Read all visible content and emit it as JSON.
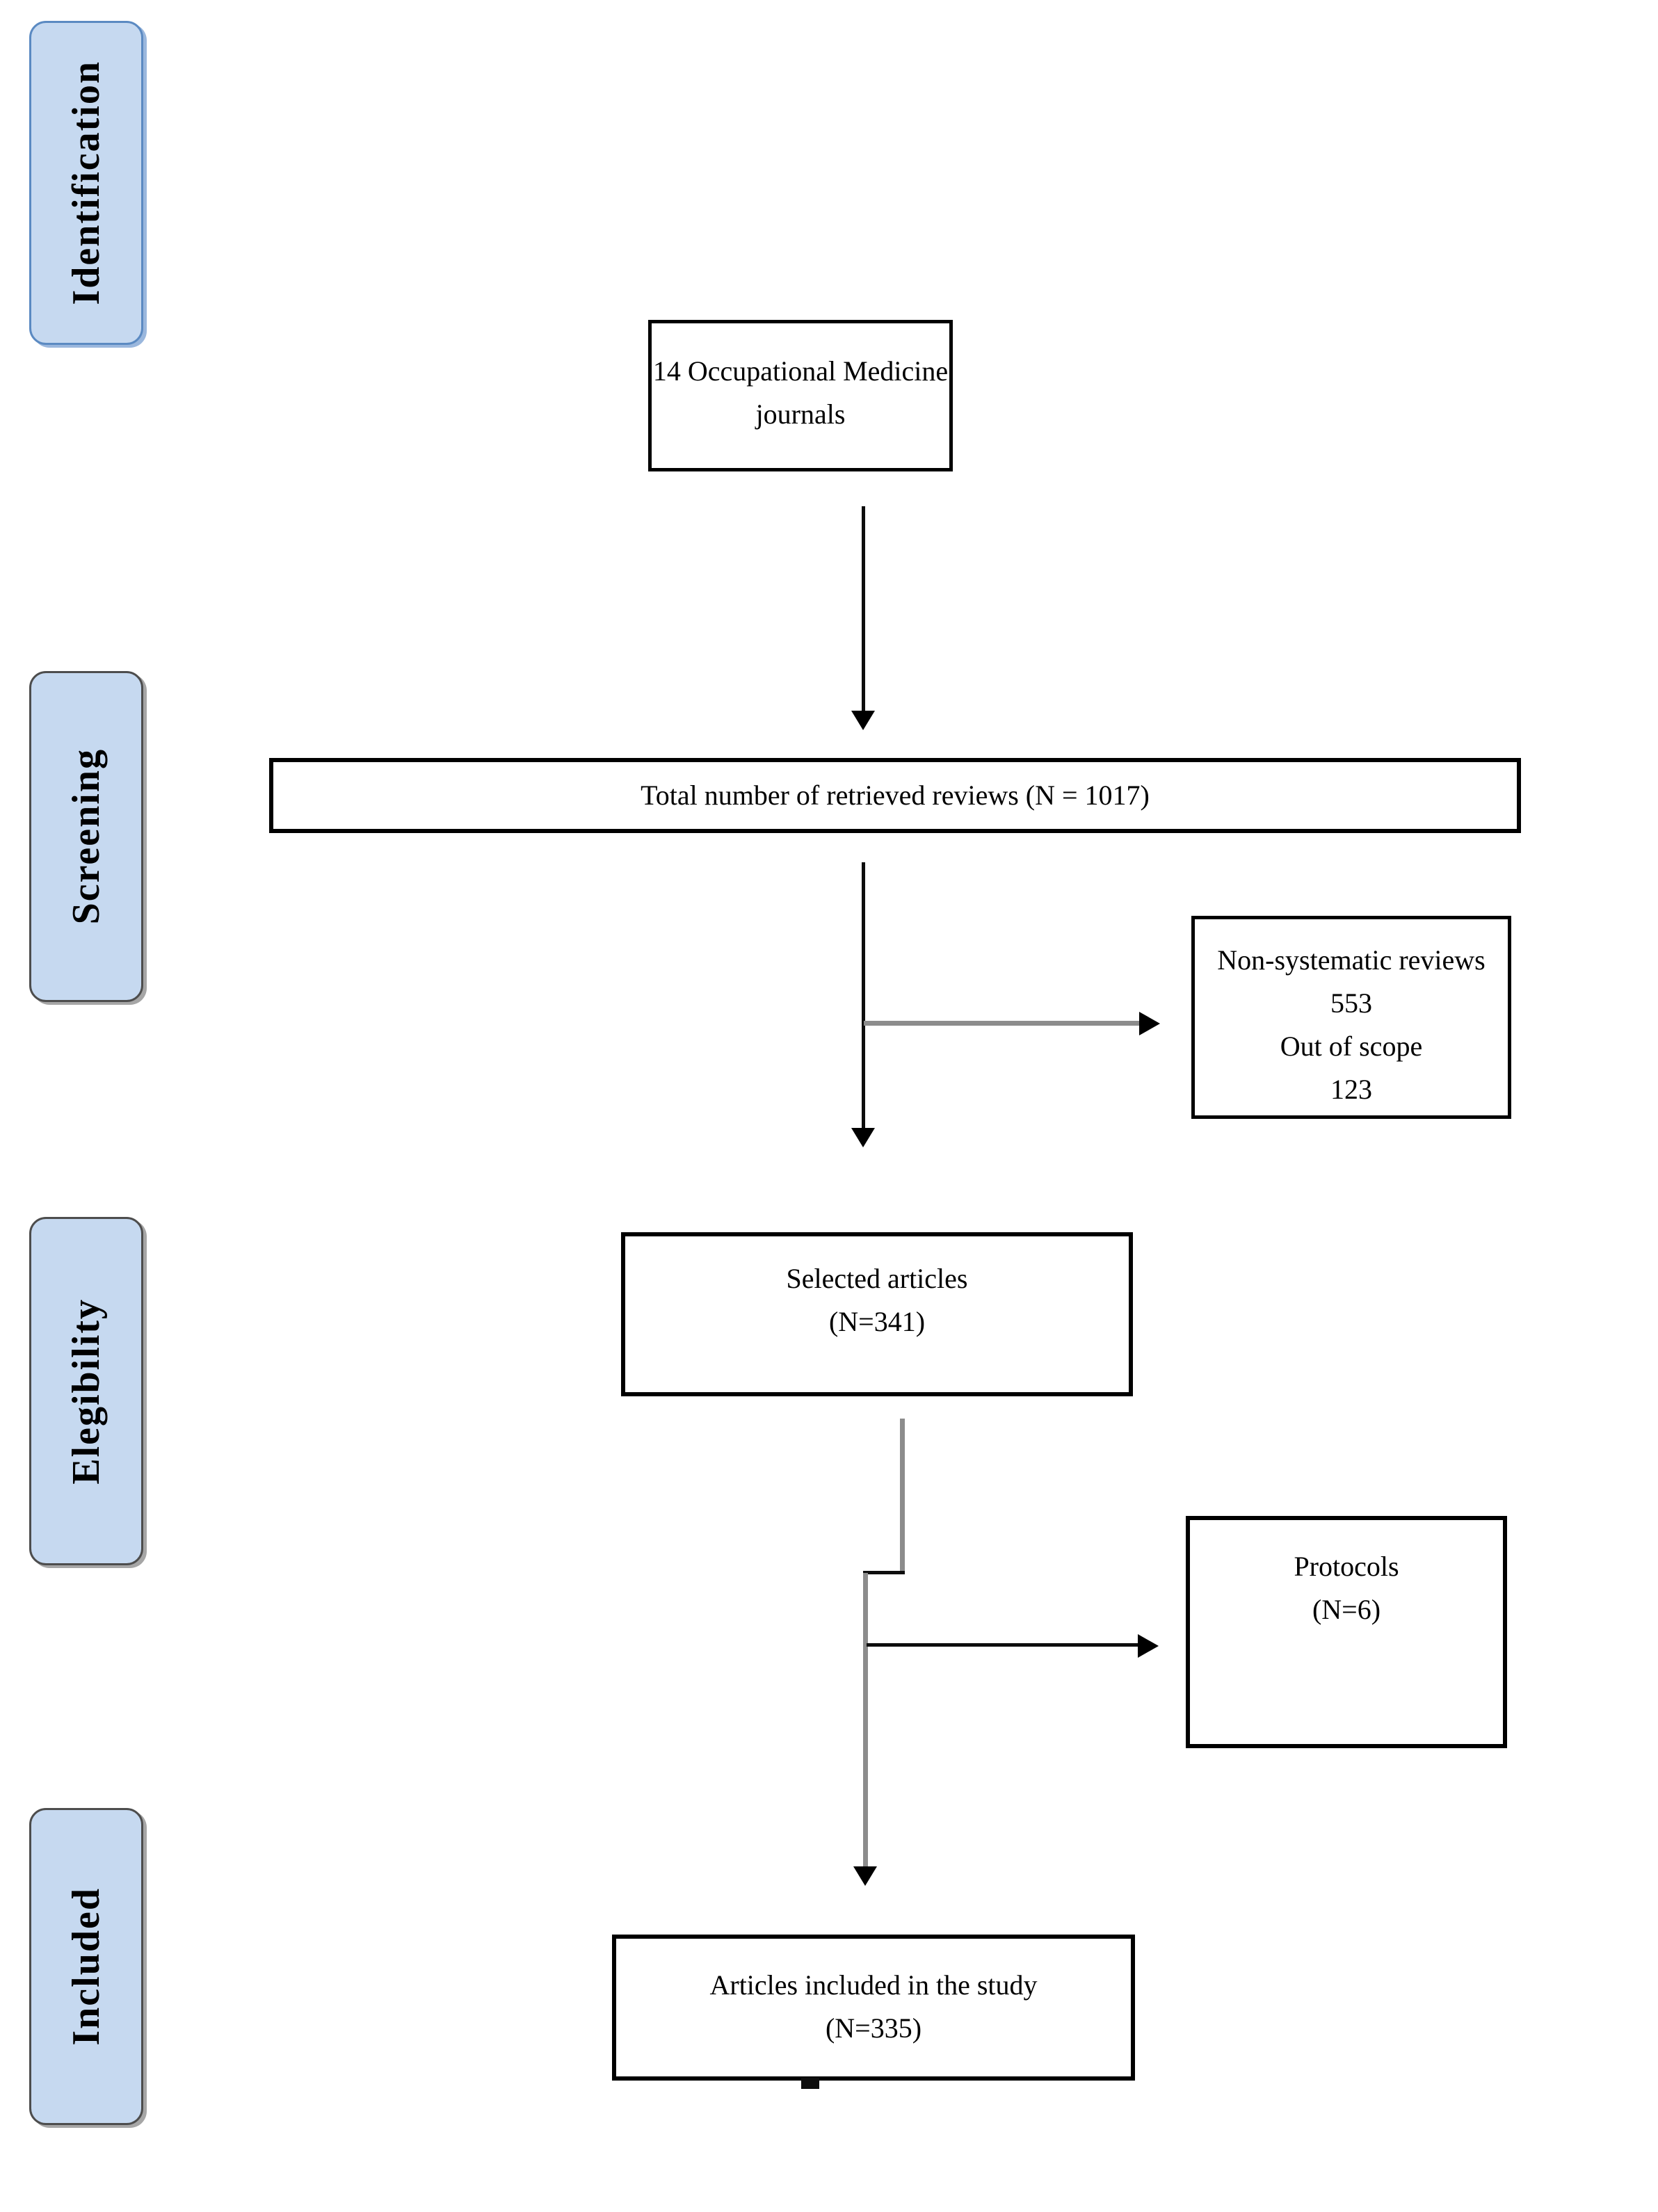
{
  "colors": {
    "stage_fill": "#c6d9f0",
    "stage_border_blue": "#5b8ac2",
    "stage_border_gray": "#4d4d4d",
    "box_border": "#000000",
    "line_gray": "#8c8c8c"
  },
  "stages": [
    {
      "label": "Identification"
    },
    {
      "label": "Screening"
    },
    {
      "label": "Elegibility"
    },
    {
      "label": "Included"
    }
  ],
  "boxes": {
    "journals": {
      "lines": [
        "14 Occupational Medicine",
        "journals"
      ]
    },
    "retrieved": {
      "text": "Total number of retrieved reviews (N = 1017)"
    },
    "excluded": {
      "lines": [
        "Non-systematic reviews",
        "553",
        "Out of scope",
        "123"
      ]
    },
    "selected": {
      "lines": [
        "Selected articles",
        "(N=341)"
      ]
    },
    "protocols": {
      "lines": [
        "Protocols",
        "(N=6)"
      ]
    },
    "included": {
      "lines": [
        "Articles included in the study",
        "(N=335)"
      ]
    }
  }
}
